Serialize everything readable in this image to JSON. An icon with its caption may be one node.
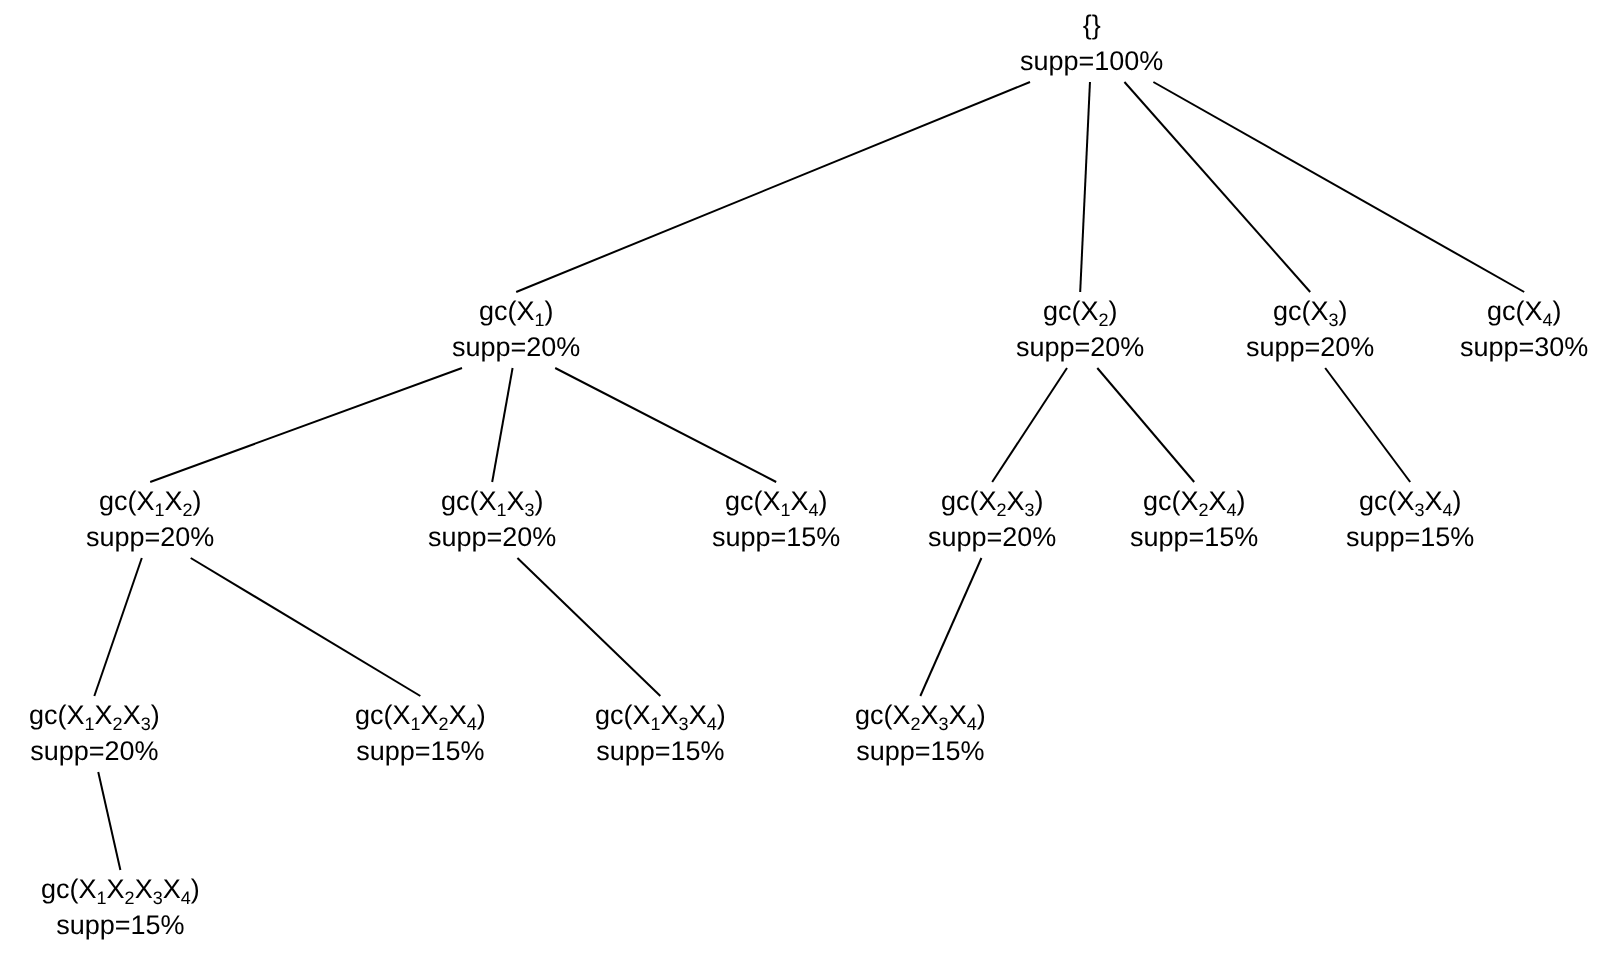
{
  "diagram": {
    "nodes": [
      {
        "text": [
          "{}",
          "supp=100%"
        ]
      },
      {
        "text": [
          "gc(X$_{1}$)",
          "supp=20%"
        ]
      },
      {
        "text": [
          "gc(X$_{2}$)",
          "supp=20%"
        ]
      },
      {
        "text": [
          "gc(X$_{3}$)",
          "supp=20%"
        ]
      },
      {
        "text": [
          "gc(X$_{4}$)",
          "supp=30%"
        ]
      },
      {
        "text": [
          "gc(X$_{1}$X$_{2}$)",
          "supp=20%"
        ]
      },
      {
        "text": [
          "gc(X$_{1}$X$_{3}$)",
          "supp=20%"
        ]
      },
      {
        "text": [
          "gc(X$_{1}$X$_{4}$)",
          "supp=15%"
        ]
      },
      {
        "text": [
          "gc(X$_{2}$X$_{3}$)",
          "supp=20%"
        ]
      },
      {
        "text": [
          "gc(X$_{2}$X$_{4}$)",
          "supp=15%"
        ]
      },
      {
        "text": [
          "gc(X$_{3}$X$_{4}$)",
          "supp=15%"
        ]
      },
      {
        "text": [
          "gc(X$_{1}$X$_{2}$X$_{3}$)",
          "supp=20%"
        ]
      },
      {
        "text": [
          "gc(X$_{1}$X$_{2}$X$_{4}$)",
          "supp=15%"
        ]
      },
      {
        "text": [
          "gc(X$_{1}$X$_{3}$X$_{4}$)",
          "supp=15%"
        ]
      },
      {
        "text": [
          "gc(X$_{2}$X$_{3}$X$_{4}$)",
          "supp=15%"
        ]
      },
      {
        "text": [
          "gc(X$_{1}$X$_{2}$X$_{3}$X$_{4}$)",
          "supp=15%"
        ]
      }
    ],
    "edges": [
      {
        "from": 0,
        "to": 1,
        "arrow": "none"
      },
      {
        "from": 0,
        "to": 2,
        "arrow": "none"
      },
      {
        "from": 0,
        "to": 3,
        "arrow": "none"
      },
      {
        "from": 0,
        "to": 4,
        "arrow": "none"
      },
      {
        "from": 1,
        "to": 5,
        "arrow": "none"
      },
      {
        "from": 1,
        "to": 6,
        "arrow": "none"
      },
      {
        "from": 1,
        "to": 7,
        "arrow": "none"
      },
      {
        "from": 2,
        "to": 8,
        "arrow": "none"
      },
      {
        "from": 2,
        "to": 9,
        "arrow": "none"
      },
      {
        "from": 3,
        "to": 10,
        "arrow": "none"
      },
      {
        "from": 5,
        "to": 11,
        "arrow": "none"
      },
      {
        "from": 5,
        "to": 12,
        "arrow": "none"
      },
      {
        "from": 6,
        "to": 13,
        "arrow": "none"
      },
      {
        "from": 8,
        "to": 14,
        "arrow": "none"
      },
      {
        "from": 11,
        "to": 15,
        "arrow": "none"
      }
    ]
  }
}
